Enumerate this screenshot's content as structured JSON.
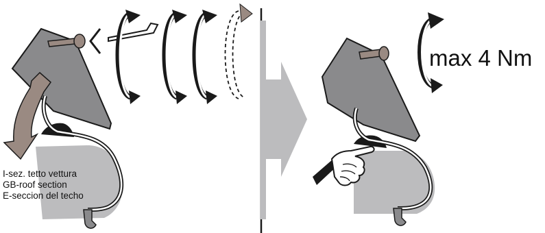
{
  "labels": {
    "roof_section_it": "I-sez. tetto vettura",
    "roof_section_gb": "GB-roof section",
    "roof_section_es": "E-seccion del techo",
    "torque": "max 4 Nm"
  },
  "icons": [
    "hex-key-icon",
    "rotation-arrow-icon",
    "pointing-hand-icon",
    "direction-arrow-icon"
  ],
  "colors": {
    "dark_gray": "#8a8a8c",
    "light_gray": "#bcbcbe",
    "brown_arrow": "#9a8a82",
    "outline": "#1a1a1a"
  }
}
